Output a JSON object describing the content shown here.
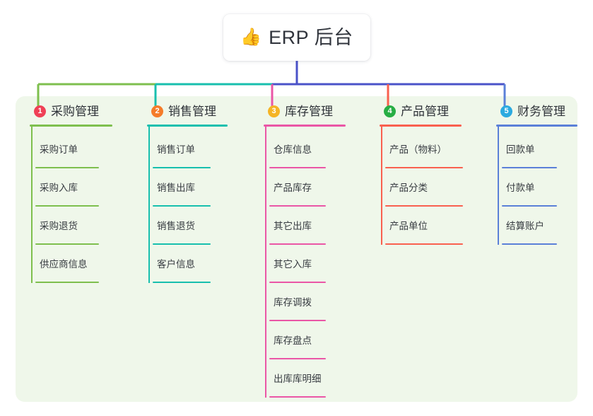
{
  "diagram": {
    "type": "mindmap-tree",
    "title": "ERP 后台",
    "root": {
      "emoji": "👍",
      "emoji_name": "thumbs-up-emoji",
      "label": "ERP 后台"
    },
    "panel_color": "#eff7ea",
    "page_background": "#ffffff",
    "trunk_color": "#4a52c8",
    "branches": [
      {
        "number": "1",
        "badge_color": "#ef4056",
        "line_color": "#7ebf4e",
        "label": "采购管理",
        "items": [
          {
            "label": "采购订单"
          },
          {
            "label": "采购入库"
          },
          {
            "label": "采购退货"
          },
          {
            "label": "供应商信息"
          }
        ]
      },
      {
        "number": "2",
        "badge_color": "#f57c2a",
        "line_color": "#18bfae",
        "label": "销售管理",
        "items": [
          {
            "label": "销售订单"
          },
          {
            "label": "销售出库"
          },
          {
            "label": "销售退货"
          },
          {
            "label": "客户信息"
          }
        ]
      },
      {
        "number": "3",
        "badge_color": "#f5b425",
        "line_color": "#ea56a6",
        "label": "库存管理",
        "items": [
          {
            "label": "仓库信息"
          },
          {
            "label": "产品库存"
          },
          {
            "label": "其它出库"
          },
          {
            "label": "其它入库"
          },
          {
            "label": "库存调拨"
          },
          {
            "label": "库存盘点"
          },
          {
            "label": "出库库明细"
          }
        ]
      },
      {
        "number": "4",
        "badge_color": "#27ae44",
        "line_color": "#f9604f",
        "label": "产品管理",
        "items": [
          {
            "label": "产品（物料）"
          },
          {
            "label": "产品分类"
          },
          {
            "label": "产品单位"
          }
        ]
      },
      {
        "number": "5",
        "badge_color": "#2baae0",
        "line_color": "#5b80d8",
        "label": "财务管理",
        "items": [
          {
            "label": "回款单"
          },
          {
            "label": "付款单"
          },
          {
            "label": "结算账户"
          }
        ]
      }
    ]
  }
}
